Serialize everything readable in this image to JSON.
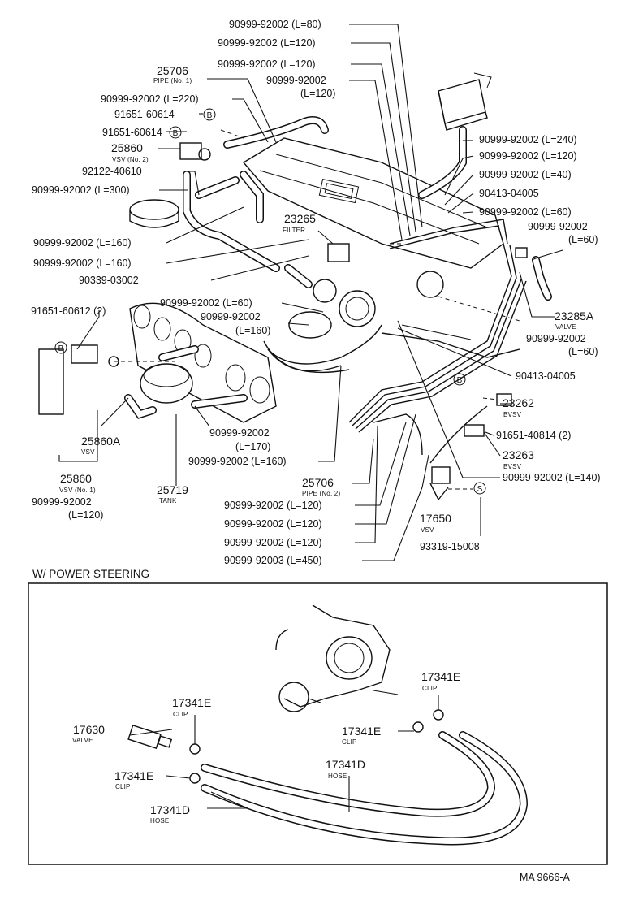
{
  "callouts": [
    {
      "id": "c1",
      "text": "90999-92002 (L=80)"
    },
    {
      "id": "c2",
      "text": "90999-92002 (L=120)"
    },
    {
      "id": "c3",
      "text": "90999-92002 (L=120)"
    },
    {
      "id": "c4",
      "text": "90999-92002"
    },
    {
      "id": "c4b",
      "text": "(L=120)"
    },
    {
      "id": "c5",
      "text": "25706"
    },
    {
      "id": "c5s",
      "text": "PIPE (No. 1)"
    },
    {
      "id": "c6",
      "text": "90999-92002 (L=220)"
    },
    {
      "id": "c7",
      "text": "91651-60614"
    },
    {
      "id": "c8",
      "text": "91651-60614"
    },
    {
      "id": "c9",
      "text": "25860"
    },
    {
      "id": "c9s",
      "text": "VSV (No. 2)"
    },
    {
      "id": "c10",
      "text": "92122-40610"
    },
    {
      "id": "c11",
      "text": "90999-92002 (L=300)"
    },
    {
      "id": "c12",
      "text": "90999-92002 (L=160)"
    },
    {
      "id": "c13",
      "text": "90999-92002 (L=160)"
    },
    {
      "id": "c14",
      "text": "90339-03002"
    },
    {
      "id": "c15",
      "text": "23265"
    },
    {
      "id": "c15s",
      "text": "FILTER"
    },
    {
      "id": "c16",
      "text": "90999-92002 (L=240)"
    },
    {
      "id": "c17",
      "text": "90999-92002 (L=120)"
    },
    {
      "id": "c18",
      "text": "90999-92002 (L=40)"
    },
    {
      "id": "c19",
      "text": "90413-04005"
    },
    {
      "id": "c20",
      "text": "90999-92002 (L=60)"
    },
    {
      "id": "c21",
      "text": "90999-92002"
    },
    {
      "id": "c21b",
      "text": "(L=60)"
    },
    {
      "id": "c22",
      "text": "91651-60612 (2)"
    },
    {
      "id": "c23",
      "text": "90999-92002 (L=60)"
    },
    {
      "id": "c24",
      "text": "90999-92002"
    },
    {
      "id": "c24b",
      "text": "(L=160)"
    },
    {
      "id": "c25",
      "text": "23285A"
    },
    {
      "id": "c25s",
      "text": "VALVE"
    },
    {
      "id": "c26",
      "text": "90999-92002"
    },
    {
      "id": "c26b",
      "text": "(L=60)"
    },
    {
      "id": "c27",
      "text": "90413-04005"
    },
    {
      "id": "c28",
      "text": "23262"
    },
    {
      "id": "c28s",
      "text": "BVSV"
    },
    {
      "id": "c29",
      "text": "91651-40814 (2)"
    },
    {
      "id": "c30",
      "text": "23263"
    },
    {
      "id": "c30s",
      "text": "BVSV"
    },
    {
      "id": "c31",
      "text": "90999-92002 (L=140)"
    },
    {
      "id": "c32",
      "text": "25860A"
    },
    {
      "id": "c32s",
      "text": "VSV"
    },
    {
      "id": "c33",
      "text": "90999-92002"
    },
    {
      "id": "c33b",
      "text": "(L=170)"
    },
    {
      "id": "c34",
      "text": "90999-92002 (L=160)"
    },
    {
      "id": "c35",
      "text": "25860"
    },
    {
      "id": "c35s",
      "text": "VSV (No. 1)"
    },
    {
      "id": "c36",
      "text": "90999-92002"
    },
    {
      "id": "c36b",
      "text": "(L=120)"
    },
    {
      "id": "c37",
      "text": "25719"
    },
    {
      "id": "c37s",
      "text": "TANK"
    },
    {
      "id": "c38",
      "text": "25706"
    },
    {
      "id": "c38s",
      "text": "PIPE (No. 2)"
    },
    {
      "id": "c39",
      "text": "17650"
    },
    {
      "id": "c39s",
      "text": "VSV"
    },
    {
      "id": "c40",
      "text": "90999-92002 (L=120)"
    },
    {
      "id": "c41",
      "text": "90999-92002 (L=120)"
    },
    {
      "id": "c42",
      "text": "90999-92002 (L=120)"
    },
    {
      "id": "c43",
      "text": "90999-92003 (L=450)"
    },
    {
      "id": "c44",
      "text": "93319-15008"
    }
  ],
  "markers": {
    "b": "B",
    "s": "S"
  },
  "section": {
    "title": "W/ POWER STEERING",
    "labels": [
      {
        "id": "p1",
        "text": "17341E"
      },
      {
        "id": "p1s",
        "text": "CLIP"
      },
      {
        "id": "p2",
        "text": "17341E"
      },
      {
        "id": "p2s",
        "text": "CLIP"
      },
      {
        "id": "p3",
        "text": "17630"
      },
      {
        "id": "p3s",
        "text": "VALVE"
      },
      {
        "id": "p4",
        "text": "17341E"
      },
      {
        "id": "p4s",
        "text": "CLIP"
      },
      {
        "id": "p5",
        "text": "17341E"
      },
      {
        "id": "p5s",
        "text": "CLIP"
      },
      {
        "id": "p6",
        "text": "17341D"
      },
      {
        "id": "p6s",
        "text": "HOSE"
      },
      {
        "id": "p7",
        "text": "17341D"
      },
      {
        "id": "p7s",
        "text": "HOSE"
      }
    ]
  },
  "footer": {
    "code": "MA 9666-A"
  }
}
